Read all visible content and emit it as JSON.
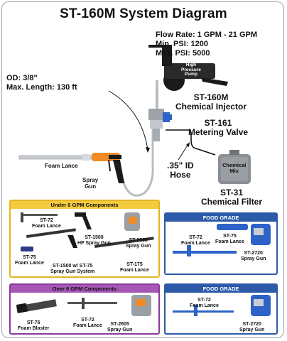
{
  "title": "ST-160M System Diagram",
  "specs": {
    "flow_rate": "Flow Rate: 1 GPM - 21 GPM",
    "min_psi": "Min. PSI: 1200",
    "max_psi": "Max. PSI: 5000"
  },
  "hose_specs": {
    "od": "OD: 3/8\"",
    "max_length": "Max. Length: 130 ft"
  },
  "pump": {
    "line1": "High",
    "line2": "Pressure",
    "line3": "Pump"
  },
  "injector": {
    "model": "ST-160M",
    "name": "Chemical Injector"
  },
  "valve": {
    "model": "ST-161",
    "name": "Metering Valve"
  },
  "hose": {
    "line1": ".35\" ID",
    "line2": "Hose"
  },
  "chem_mix": {
    "line1": "Chemical",
    "line2": "Mix"
  },
  "filter": {
    "model": "ST-31",
    "name": "Chemical Filter"
  },
  "foam_lance": "Foam Lance",
  "spray_gun": {
    "line1": "Spray",
    "line2": "Gun"
  },
  "colors": {
    "orange": "#f08a24",
    "blue_tool": "#2d63c8",
    "tank_gray": "#8b8f94",
    "black": "#1a1a1a"
  },
  "under6": {
    "header": "Under 6 GPM Components",
    "st72": {
      "line1": "ST-72",
      "line2": "Foam Lance"
    },
    "st1500": {
      "line1": "ST-1500",
      "line2": "HP Spray Gun"
    },
    "st2605": {
      "line1": "ST-2605",
      "line2": "Spray Gun"
    },
    "st75": {
      "line1": "ST-75",
      "line2": "Foam Lance"
    },
    "st1500w": {
      "line1": "ST-1500 w/ ST-75",
      "line2": "Spray Gun System"
    },
    "st175": {
      "line1": "ST-175",
      "line2": "Foam Lance"
    }
  },
  "food1": {
    "header": "FOOD GRADE",
    "st72": {
      "line1": "ST-72",
      "line2": "Foam Lance"
    },
    "st75": {
      "line1": "ST-75",
      "line2": "Foam Lance"
    },
    "st2720": {
      "line1": "ST-2720",
      "line2": "Spray Gun"
    }
  },
  "over6": {
    "header": "Over 6 GPM Components",
    "st76": {
      "line1": "ST-76",
      "line2": "Foam Blaster"
    },
    "st72": {
      "line1": "ST-72",
      "line2": "Foam Lance"
    },
    "st2605": {
      "line1": "ST-2605",
      "line2": "Spray Gun"
    }
  },
  "food2": {
    "header": "FOOD GRADE",
    "st72": {
      "line1": "ST-72",
      "line2": "Foam Lance"
    },
    "st2720": {
      "line1": "ST-2720",
      "line2": "Spray Gun"
    }
  }
}
